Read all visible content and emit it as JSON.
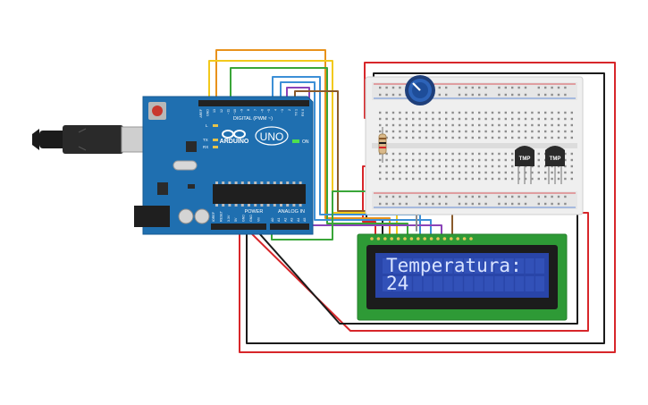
{
  "arduino": {
    "brand": "ARDUINO",
    "model": "UNO",
    "on_label": "ON",
    "digital_label": "DIGITAL (PWM ~)",
    "power_label": "POWER",
    "analog_label": "ANALOG IN",
    "tx_label": "TX",
    "rx_label": "RX",
    "l_label": "L",
    "top_header_labels": [
      "AREF",
      "GND",
      "13",
      "12",
      "~11",
      "~10",
      "~9",
      "8",
      "7",
      "~6",
      "~5",
      "4",
      "~3",
      "2",
      "TX 1",
      "RX 0"
    ],
    "power_header_labels": [
      "IOREF",
      "RESET",
      "3.3V",
      "5V",
      "GND",
      "GND",
      "Vin"
    ],
    "analog_header_labels": [
      "A0",
      "A1",
      "A2",
      "A3",
      "A4",
      "A5"
    ]
  },
  "sensors": [
    {
      "label": "TMP"
    },
    {
      "label": "TMP"
    }
  ],
  "lcd": {
    "line1": "Temperatura:",
    "line2": "24"
  },
  "colors": {
    "board": "#1f6fb0",
    "breadboard": "#efefef",
    "lcd_frame": "#2e9a36",
    "lcd_screen": "#2945a8",
    "wire_red": "#d7262a",
    "wire_black": "#1b1b1b",
    "wire_orange": "#e8921b",
    "wire_yellow": "#f2c91c",
    "wire_green": "#3aa639",
    "wire_blue": "#3c8fd6",
    "wire_purple": "#8a43b8",
    "wire_brown": "#8a5a2b"
  }
}
